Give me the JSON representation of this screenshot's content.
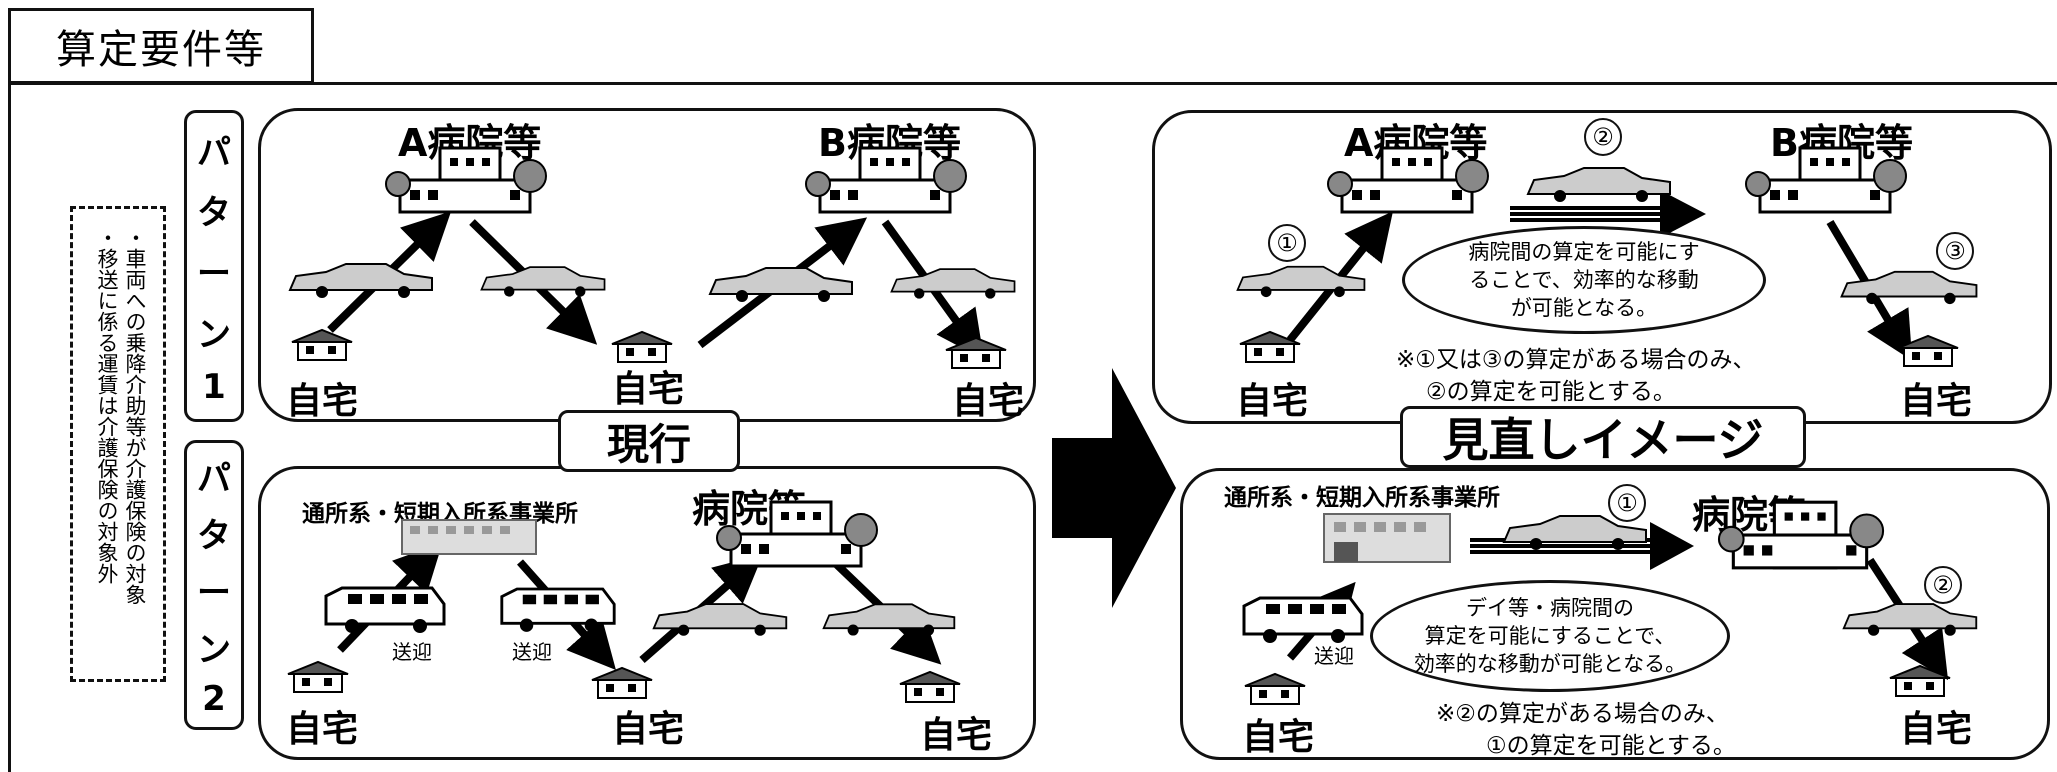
{
  "title": "算定要件等",
  "side_note": {
    "lines": [
      "・車両への乗降介助等が介護保険の対象",
      "・移送に係る運賃は介護保険の対象外"
    ]
  },
  "pattern1": {
    "label": [
      "パ",
      "タ",
      "ー",
      "ン",
      "1"
    ]
  },
  "pattern2": {
    "label": [
      "パ",
      "タ",
      "ー",
      "ン",
      "2"
    ]
  },
  "current": {
    "tag": "現行",
    "p1": {
      "hospital_a": "A病院等",
      "hospital_b": "B病院等",
      "home1": "自宅",
      "home2": "自宅",
      "home3": "自宅"
    },
    "p2": {
      "office": "通所系・短期入所系事業所",
      "hospital": "病院等",
      "pickup1": "送迎",
      "pickup2": "送迎",
      "home1": "自宅",
      "home2": "自宅",
      "home3": "自宅"
    }
  },
  "revised": {
    "tag": "見直しイメージ",
    "p1": {
      "hospital_a": "A病院等",
      "hospital_b": "B病院等",
      "home1": "自宅",
      "home2": "自宅",
      "num1": "①",
      "num2": "②",
      "num3": "③",
      "bubble": [
        "病院間の算定を可能にす",
        "ることで、効率的な移動",
        "が可能となる。"
      ],
      "note": [
        "※①又は③の算定がある場合のみ、",
        "②の算定を可能とする。"
      ]
    },
    "p2": {
      "office": "通所系・短期入所系事業所",
      "hospital": "病院等",
      "pickup": "送迎",
      "home1": "自宅",
      "home2": "自宅",
      "num1": "①",
      "num2": "②",
      "bubble": [
        "デイ等・病院間の",
        "算定を可能にすることで、",
        "効率的な移動が可能となる。"
      ],
      "note": [
        "※②の算定がある場合のみ、",
        "①の算定を可能とする。"
      ]
    }
  }
}
